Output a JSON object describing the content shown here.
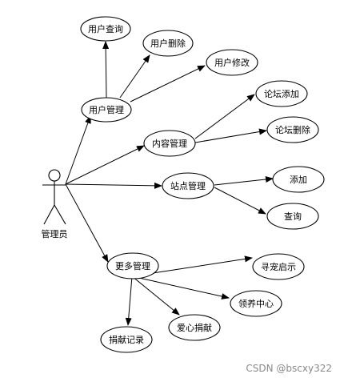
{
  "actor": {
    "label": "管理员"
  },
  "use_cases": {
    "user_query": "用户查询",
    "user_delete": "用户删除",
    "user_modify": "用户修改",
    "user_manage": "用户管理",
    "forum_add": "论坛添加",
    "content_manage": "内容管理",
    "forum_delete": "论坛删除",
    "add": "添加",
    "site_manage": "站点管理",
    "query": "查询",
    "more_manage": "更多管理",
    "find_pet_notice": "寻宠启示",
    "adoption_center": "领养中心",
    "donation_record": "捐献记录",
    "love_donation": "爱心捐献"
  },
  "watermark": "CSDN @bscxy322"
}
